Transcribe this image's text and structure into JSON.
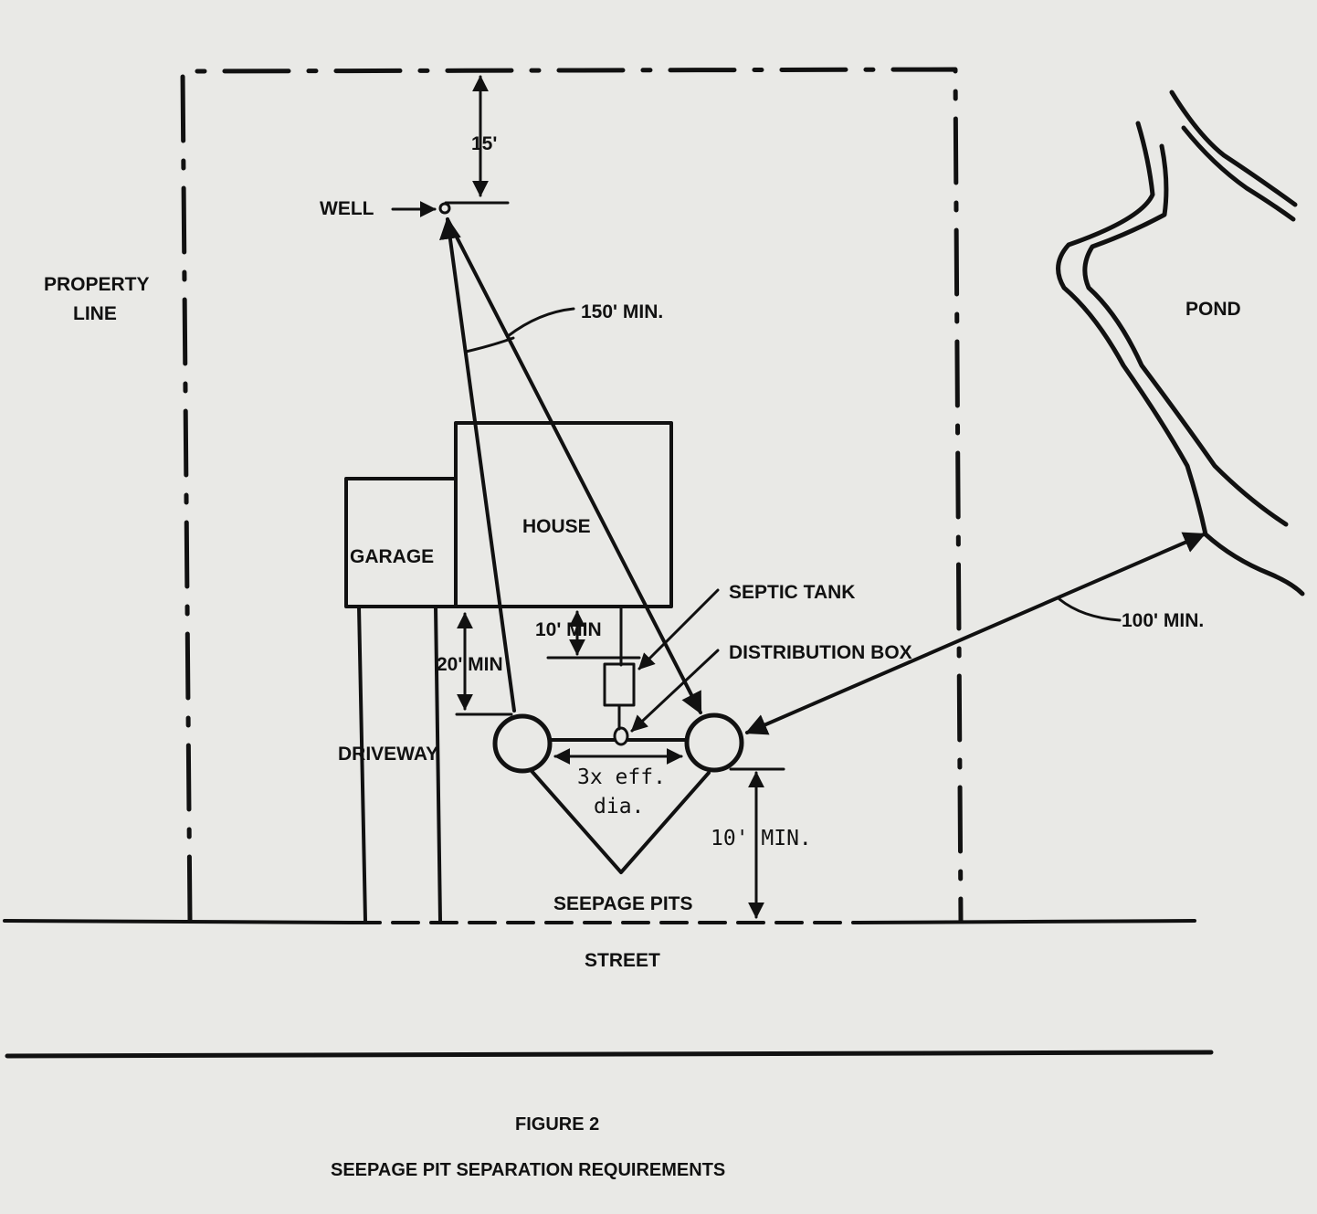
{
  "labels": {
    "property_line_1": "PROPERTY",
    "property_line_2": "LINE",
    "well": "WELL",
    "setback_15": "15'",
    "min_150": "150' MIN.",
    "pond": "POND",
    "house": "HOUSE",
    "garage": "GARAGE",
    "septic_tank": "SEPTIC TANK",
    "distribution_box": "DISTRIBUTION BOX",
    "min_10_house": "10' MIN",
    "min_20": "20' MIN",
    "min_100": "100' MIN.",
    "driveway": "DRIVEWAY",
    "eff_dia_1": "3x eff.",
    "eff_dia_2": "dia.",
    "min_10_street": "10' MIN.",
    "seepage_pits": "SEEPAGE PITS",
    "street": "STREET"
  },
  "caption": {
    "figure": "FIGURE 2",
    "title": "SEEPAGE PIT SEPARATION REQUIREMENTS"
  }
}
